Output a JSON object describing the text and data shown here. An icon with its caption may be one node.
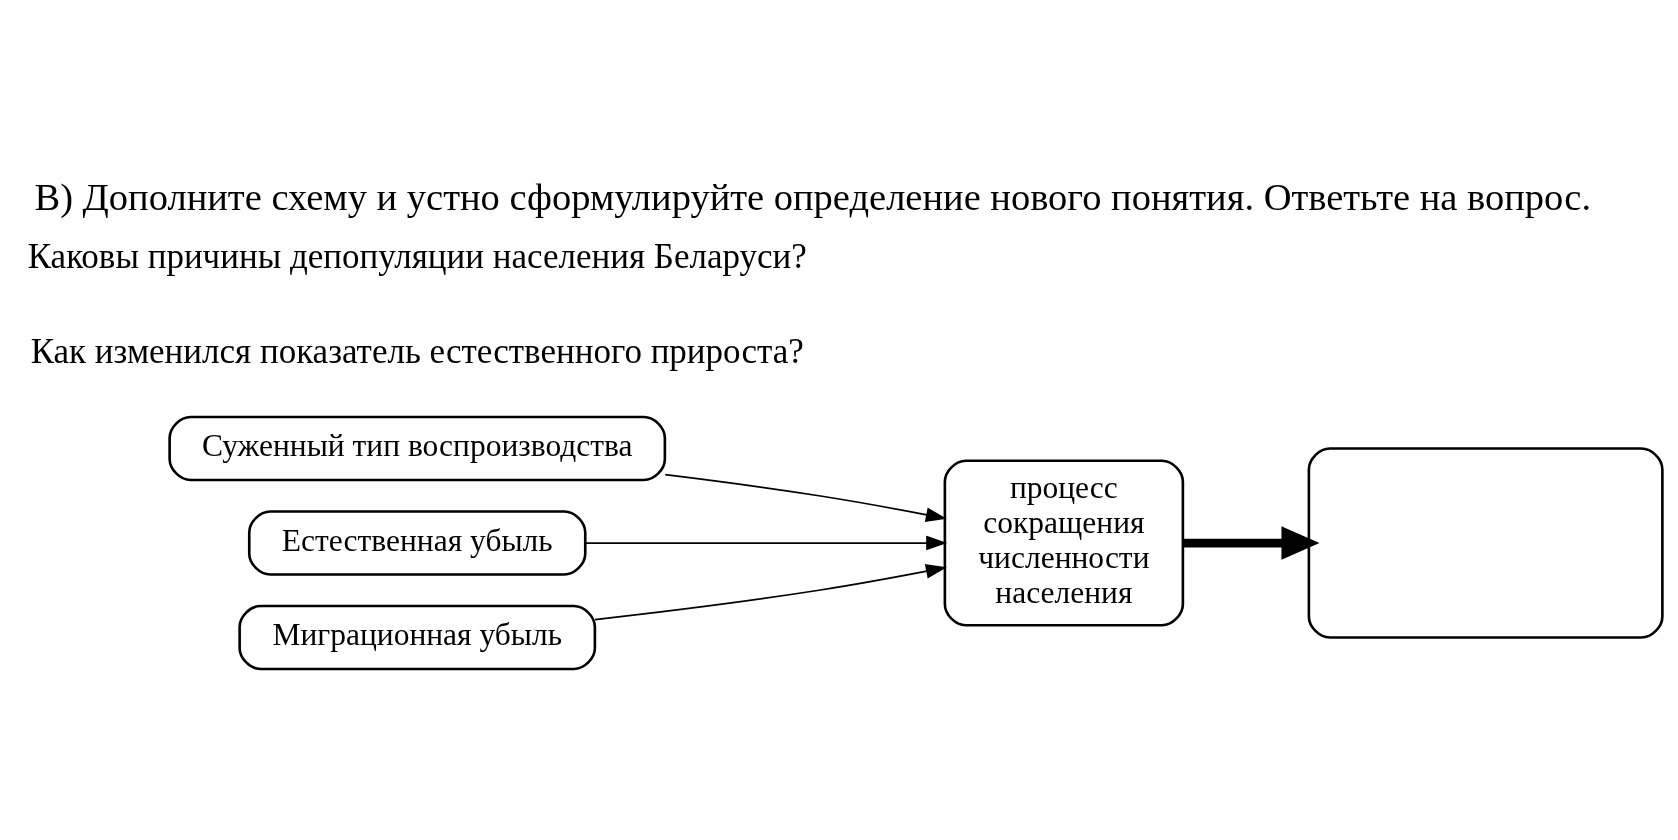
{
  "diagram": {
    "title": "В) Дополните схему и устно сформулируйте определение нового понятия. Ответьте на вопрос.",
    "nodes": [
      {
        "text": [
          "Суженный тип воспроизводства"
        ]
      },
      {
        "text": [
          "Естественная убыль"
        ]
      },
      {
        "text": [
          "Миграционная убыль"
        ]
      },
      {
        "text": [
          "процесс сокращения численности населения"
        ]
      },
      {
        "text": [],
        "shape": "box"
      }
    ],
    "edges": [
      {
        "from": 0,
        "to": 3,
        "arrow": "to"
      },
      {
        "from": 1,
        "to": 3,
        "arrow": "to"
      },
      {
        "from": 2,
        "to": 3,
        "arrow": "to"
      },
      {
        "from": 3,
        "to": 4,
        "arrow": "to",
        "style": "thick"
      }
    ],
    "labels": [
      "Как изменился показатель естественного прироста?",
      "Каковы причины депопуляции населения Беларуси?"
    ]
  }
}
